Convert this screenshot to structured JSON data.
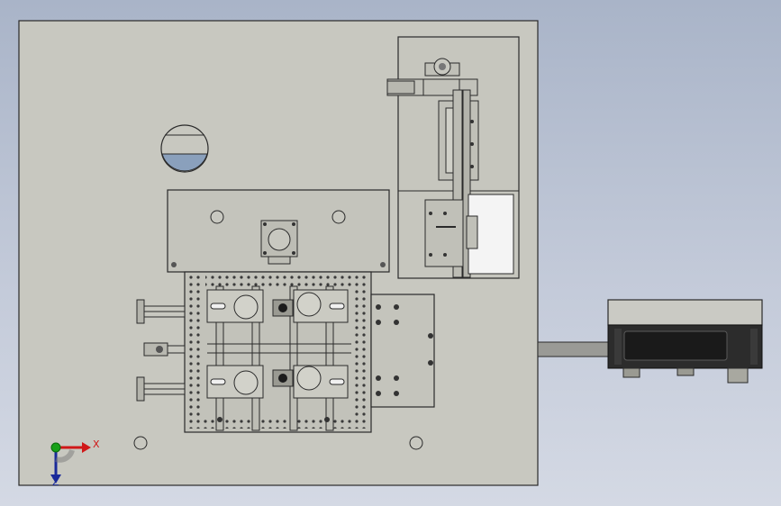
{
  "view": {
    "type": "CAD assembly drawing (front view)",
    "background_gradient": [
      "#a9b4c8",
      "#d4d9e4"
    ]
  },
  "colors": {
    "base_plate": "#c8c8c0",
    "panel": "#c4c4bc",
    "line": "#2a2a2a",
    "window_blue": "#8aa0bc",
    "dark_box": "#2c2c2c",
    "axis_x": "#d01818",
    "axis_y": "#18a018",
    "axis_z": "#1a2a9a"
  },
  "axes": {
    "x_label": "X",
    "z_label": "Z"
  },
  "components": [
    "base-plate",
    "sight-window",
    "upper-mount-plate",
    "right-slide-assembly",
    "center-fixture",
    "right-bracket",
    "left-cylinders",
    "external-control-box",
    "connecting-rod"
  ],
  "icons": [
    "coordinate-triad-icon"
  ]
}
